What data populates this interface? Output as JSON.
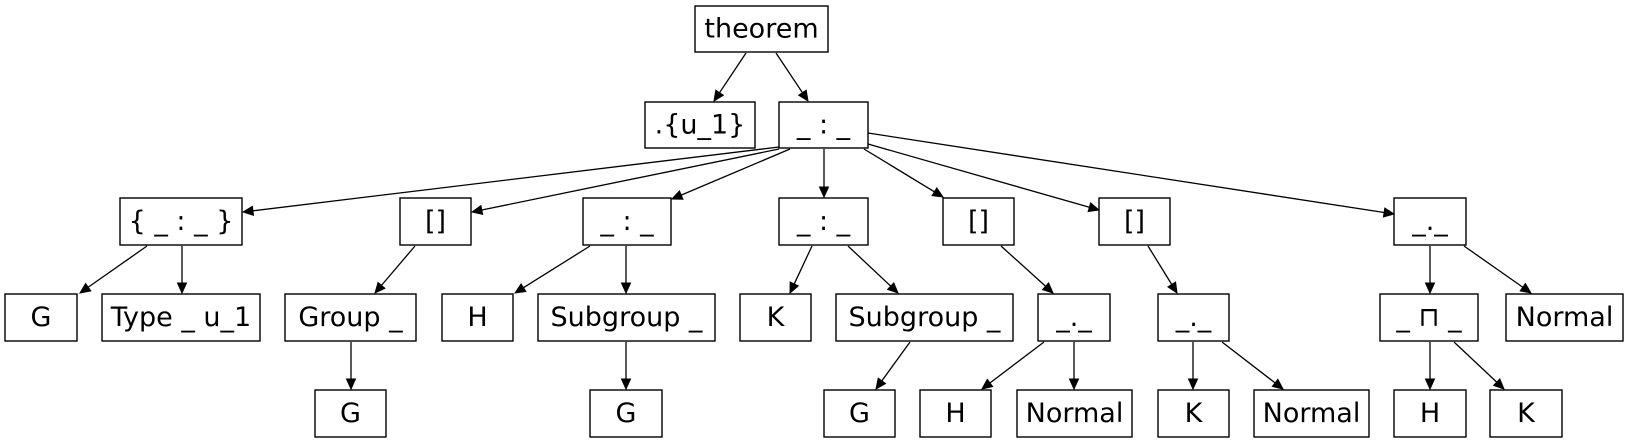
{
  "diagram": {
    "nodes": [
      {
        "id": "n0",
        "label": "theorem"
      },
      {
        "id": "n1",
        "label": ".{u_1}"
      },
      {
        "id": "n2",
        "label": "_ : _"
      },
      {
        "id": "n3",
        "label": "{ _ : _ }"
      },
      {
        "id": "n4",
        "label": "[]"
      },
      {
        "id": "n5",
        "label": "_ : _"
      },
      {
        "id": "n6",
        "label": "_ : _"
      },
      {
        "id": "n7",
        "label": "[]"
      },
      {
        "id": "n8",
        "label": "[]"
      },
      {
        "id": "n9",
        "label": "_._"
      },
      {
        "id": "n10",
        "label": "G"
      },
      {
        "id": "n11",
        "label": "Type _ u_1"
      },
      {
        "id": "n12",
        "label": "Group _"
      },
      {
        "id": "n13",
        "label": "H"
      },
      {
        "id": "n14",
        "label": "Subgroup _"
      },
      {
        "id": "n15",
        "label": "K"
      },
      {
        "id": "n16",
        "label": "Subgroup _"
      },
      {
        "id": "n17",
        "label": "_._"
      },
      {
        "id": "n18",
        "label": "_._"
      },
      {
        "id": "n19",
        "label": "_ ⊓ _"
      },
      {
        "id": "n20",
        "label": "Normal"
      },
      {
        "id": "n21",
        "label": "G"
      },
      {
        "id": "n22",
        "label": "G"
      },
      {
        "id": "n23",
        "label": "G"
      },
      {
        "id": "n24",
        "label": "H"
      },
      {
        "id": "n25",
        "label": "Normal"
      },
      {
        "id": "n26",
        "label": "K"
      },
      {
        "id": "n27",
        "label": "Normal"
      },
      {
        "id": "n28",
        "label": "H"
      },
      {
        "id": "n29",
        "label": "K"
      }
    ],
    "edges": [
      {
        "from": "n0",
        "to": "n1"
      },
      {
        "from": "n0",
        "to": "n2"
      },
      {
        "from": "n2",
        "to": "n3"
      },
      {
        "from": "n2",
        "to": "n4"
      },
      {
        "from": "n2",
        "to": "n5"
      },
      {
        "from": "n2",
        "to": "n6"
      },
      {
        "from": "n2",
        "to": "n7"
      },
      {
        "from": "n2",
        "to": "n8"
      },
      {
        "from": "n2",
        "to": "n9"
      },
      {
        "from": "n3",
        "to": "n10"
      },
      {
        "from": "n3",
        "to": "n11"
      },
      {
        "from": "n4",
        "to": "n12"
      },
      {
        "from": "n5",
        "to": "n13"
      },
      {
        "from": "n5",
        "to": "n14"
      },
      {
        "from": "n6",
        "to": "n15"
      },
      {
        "from": "n6",
        "to": "n16"
      },
      {
        "from": "n7",
        "to": "n17"
      },
      {
        "from": "n8",
        "to": "n18"
      },
      {
        "from": "n9",
        "to": "n19"
      },
      {
        "from": "n9",
        "to": "n20"
      },
      {
        "from": "n12",
        "to": "n21"
      },
      {
        "from": "n14",
        "to": "n22"
      },
      {
        "from": "n16",
        "to": "n23"
      },
      {
        "from": "n17",
        "to": "n24"
      },
      {
        "from": "n17",
        "to": "n25"
      },
      {
        "from": "n18",
        "to": "n26"
      },
      {
        "from": "n18",
        "to": "n27"
      },
      {
        "from": "n19",
        "to": "n28"
      },
      {
        "from": "n19",
        "to": "n29"
      }
    ]
  }
}
